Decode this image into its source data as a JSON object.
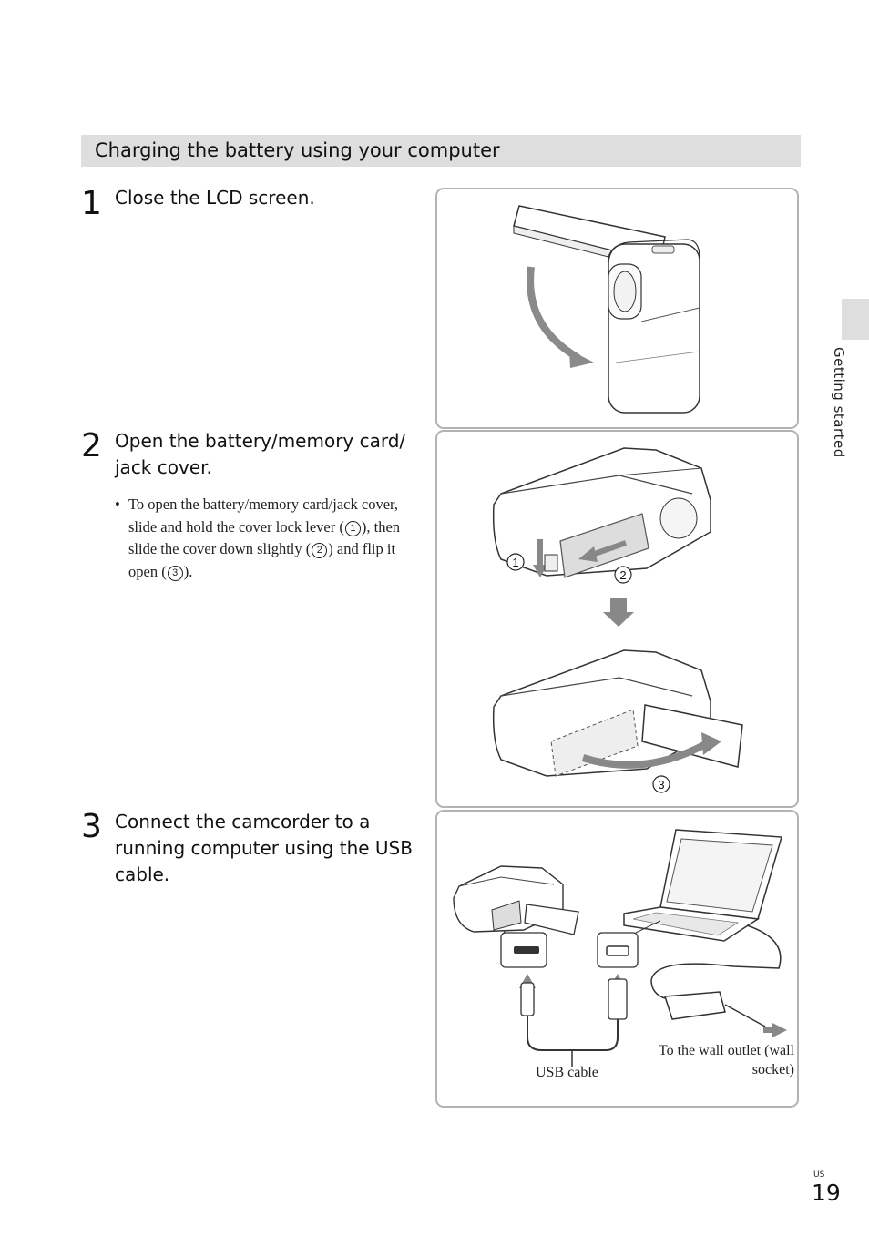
{
  "section": {
    "title": "Charging the battery using your computer"
  },
  "steps": [
    {
      "number": "1",
      "text": "Close the LCD screen."
    },
    {
      "number": "2",
      "text": "Open the battery/memory card/ jack cover."
    },
    {
      "number": "3",
      "text": "Connect the camcorder to a running computer using the USB cable."
    }
  ],
  "note": {
    "bullet": "•",
    "part1": "To open the battery/memory card/jack cover, slide and hold the cover lock lever (",
    "marker1": "1",
    "part2": "), then slide the cover down slightly (",
    "marker2": "2",
    "part3": ") and flip it open (",
    "marker3": "3",
    "part4": ")."
  },
  "figures": {
    "step2_markers": [
      "1",
      "2",
      "3"
    ],
    "usb_cable_label": "USB cable",
    "wall_outlet_label": "To the wall outlet (wall socket)"
  },
  "side_tab": {
    "label": "Getting started"
  },
  "footer": {
    "country": "US",
    "page_number": "19"
  }
}
